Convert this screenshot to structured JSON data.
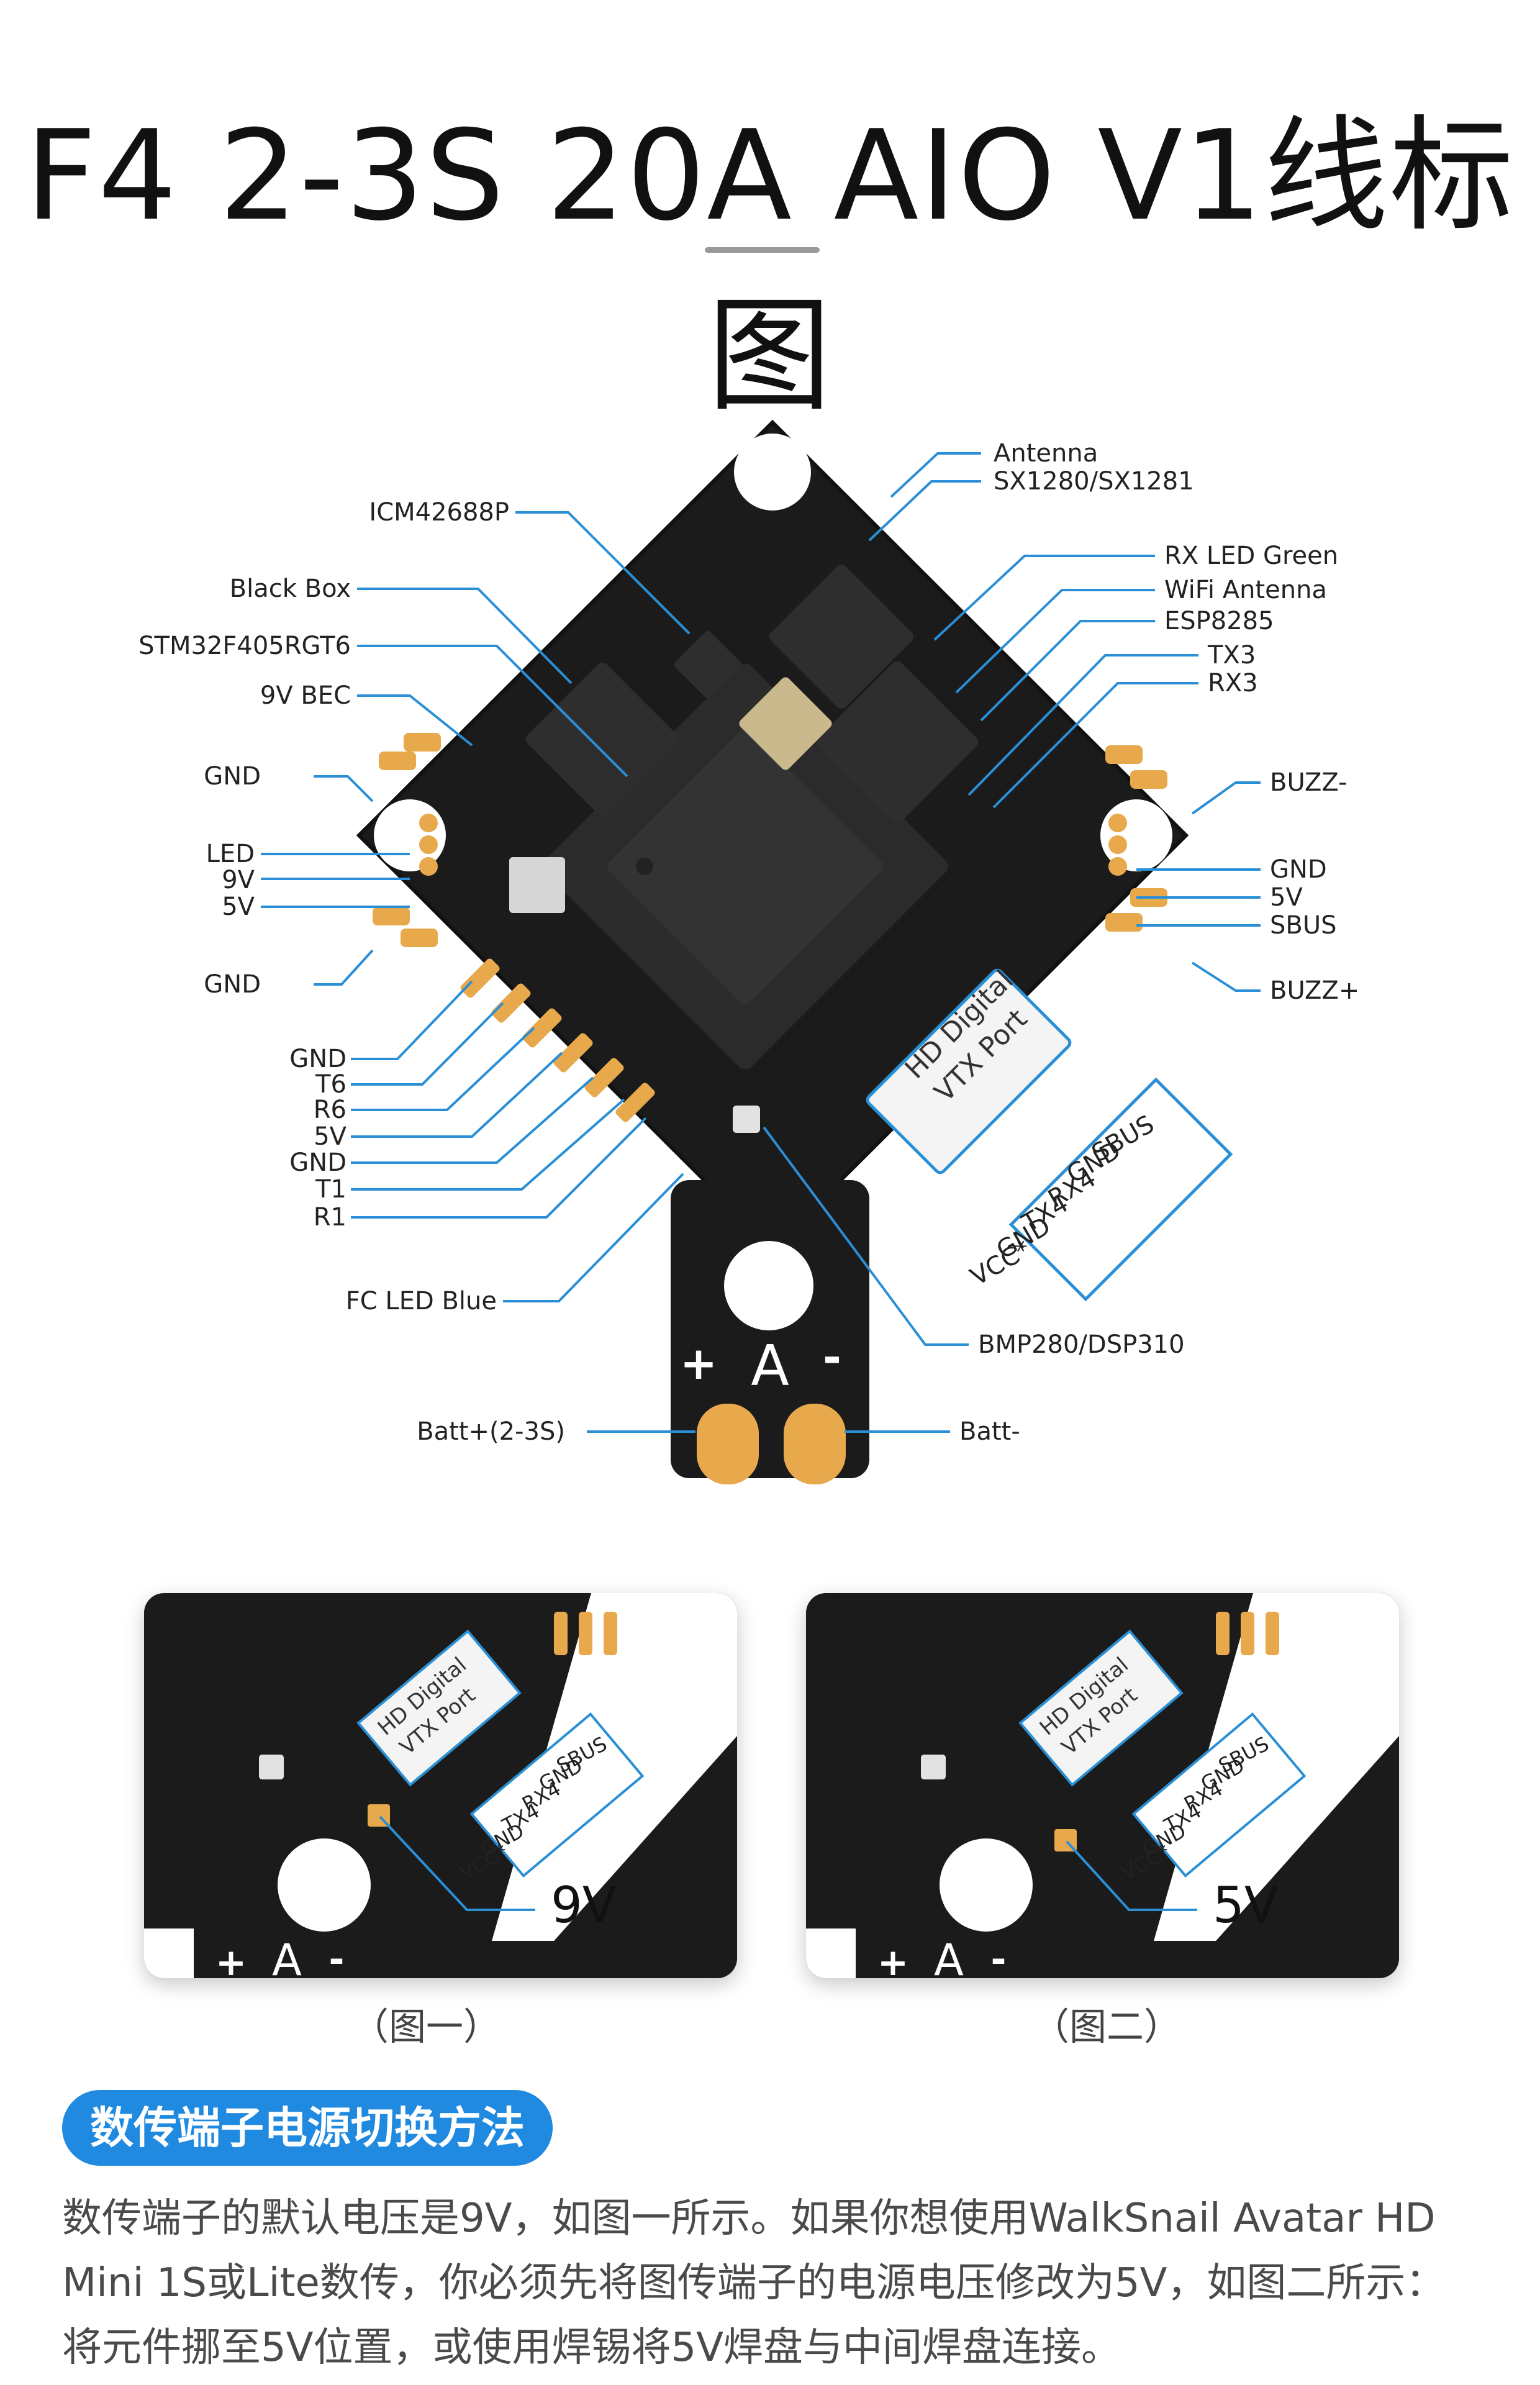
{
  "title": "F4 2-3S 20A AIO V1线标图",
  "colors": {
    "accent": "#1f8ae0",
    "pcb": "#1b1b1b",
    "pad": "#e7a94b",
    "leader": "#2a8fd6"
  },
  "diagram": {
    "left_labels": [
      "ICM42688P",
      "Black Box",
      "STM32F405RGT6",
      "9V BEC",
      "GND",
      "LED",
      "9V",
      "5V",
      "GND",
      "GND",
      "T6",
      "R6",
      "5V",
      "GND",
      "T1",
      "R1",
      "FC LED Blue",
      "Batt+(2-3S)"
    ],
    "right_labels": [
      "Antenna",
      "SX1280/SX1281",
      "RX LED Green",
      "WiFi Antenna",
      "ESP8285",
      "TX3",
      "RX3",
      "BUZZ-",
      "GND",
      "5V",
      "SBUS",
      "BUZZ+",
      "BMP280/DSP310",
      "Batt-"
    ],
    "vtx_port": {
      "title_line1": "HD Digital",
      "title_line2": "VTX Port",
      "pins": [
        "SBUS",
        "GND",
        "RX4",
        "TX4",
        "GND",
        "VCC*"
      ]
    },
    "pcb_silk": {
      "plus": "+",
      "minus": "-",
      "arrow": "A"
    }
  },
  "insets": [
    {
      "voltage": "9V",
      "caption": "（图一）"
    },
    {
      "voltage": "5V",
      "caption": "（图二）"
    }
  ],
  "section": {
    "heading": "数传端子电源切换方法",
    "lines": [
      "数传端子的默认电压是9V，如图一所示。如果你想使用WalkSnail Avatar HD",
      "Mini 1S或Lite数传，你必须先将图传端子的电源电压修改为5V，如图二所示：",
      "将元件挪至5V位置，或使用焊锡将5V焊盘与中间焊盘连接。"
    ]
  }
}
